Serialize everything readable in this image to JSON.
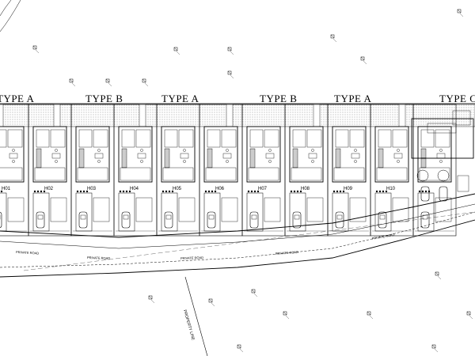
{
  "unit_types": [
    {
      "label": "TYPE A"
    },
    {
      "label": "TYPE B"
    },
    {
      "label": "TYPE A"
    },
    {
      "label": "TYPE B"
    },
    {
      "label": "TYPE A"
    },
    {
      "label": "TYPE C"
    }
  ],
  "houses": [
    "H01",
    "H02",
    "H03",
    "H04",
    "H05",
    "H06",
    "H07",
    "H08",
    "H09",
    "H10"
  ],
  "road_labels": [
    "PRIVATE ROAD",
    "PRIVATE ROAD",
    "PRIVATE ROAD",
    "PRIVATE ROAD",
    "PRIVATE ROAD"
  ],
  "property_line_label": "PROPERTY LINE",
  "colors": {
    "line": "#000000",
    "hatch": "#9a9a9a",
    "background": "#ffffff"
  }
}
